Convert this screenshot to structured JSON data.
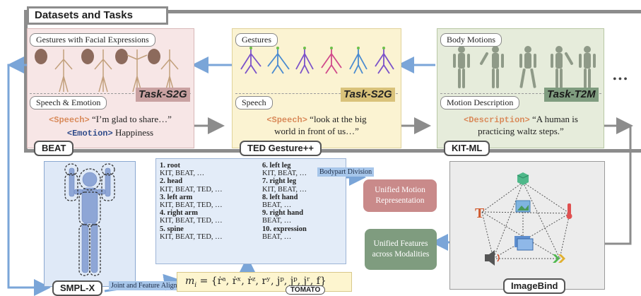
{
  "header": {
    "title": "Datasets and Tasks"
  },
  "datasets": [
    {
      "id": "beat",
      "name": "BEAT",
      "top_label": "Gestures with Facial Expressions",
      "bottom_label": "Speech & Emotion",
      "task": "Task-S2G",
      "line1_tag": "<Speech>",
      "line1_text": "“I’m glad to share…”",
      "line2_tag": "<Emotion>",
      "line2_text": "Happiness"
    },
    {
      "id": "ted",
      "name": "TED Gesture++",
      "top_label": "Gestures",
      "bottom_label": "Speech",
      "task": "Task-S2G",
      "line1_tag": "<Speech>",
      "line1_text": "“look at the big",
      "line2_text": "world in front of us…”"
    },
    {
      "id": "kit",
      "name": "KIT-ML",
      "top_label": "Body Motions",
      "bottom_label": "Motion Description",
      "task": "Task-T2M",
      "line1_tag": "<Description>",
      "line1_text": "“A human is",
      "line2_text": "practicing waltz steps.”"
    }
  ],
  "ellipsis": "•••",
  "smplx": {
    "name": "SMPL-X"
  },
  "bodyparts": [
    {
      "num": "1.",
      "part": "root",
      "sets": "KIT, BEAT, …"
    },
    {
      "num": "2.",
      "part": "head",
      "sets": "KIT, BEAT, TED, …"
    },
    {
      "num": "3.",
      "part": "left arm",
      "sets": "KIT, BEAT, TED, …"
    },
    {
      "num": "4.",
      "part": "right arm",
      "sets": "KIT, BEAT, TED, …"
    },
    {
      "num": "5.",
      "part": "spine",
      "sets": "KIT, BEAT, TED, …"
    },
    {
      "num": "6.",
      "part": "left leg",
      "sets": "KIT, BEAT, …"
    },
    {
      "num": "7.",
      "part": "right leg",
      "sets": "KIT, BEAT, …"
    },
    {
      "num": "8.",
      "part": "left hand",
      "sets": "BEAT, …"
    },
    {
      "num": "9.",
      "part": "right hand",
      "sets": "BEAT, …"
    },
    {
      "num": "10.",
      "part": "expression",
      "sets": "BEAT, …"
    }
  ],
  "labels": {
    "bodypart_division": "Bodypart Division",
    "joint_alignment": "Joint and Feature Alignment",
    "unified_motion": "Unified Motion Representation",
    "unified_features": "Unified Features across Modalities",
    "tomato": "TOMATO",
    "imagebind": "ImageBind",
    "formula_lhs": "m",
    "formula_sub": "i",
    "formula_rhs": "= {ṙᵃ, ṙˣ, ṙᶻ, rʸ, jᵖ, j̇ᵖ, jʳ, f}"
  },
  "colors": {
    "frame_gray": "#8c8c8c",
    "beat_bg": "#f7e6e6",
    "ted_bg": "#fbf3d2",
    "kit_bg": "#e6ecdb",
    "blue_panel": "#e3ecf8",
    "formula_bg": "#fdf5cf",
    "unified_motion_bg": "#c98a8a",
    "unified_features_bg": "#7f9c7f",
    "arrow_blue": "#7aa5d8",
    "arrow_gray": "#8c8c8c"
  }
}
